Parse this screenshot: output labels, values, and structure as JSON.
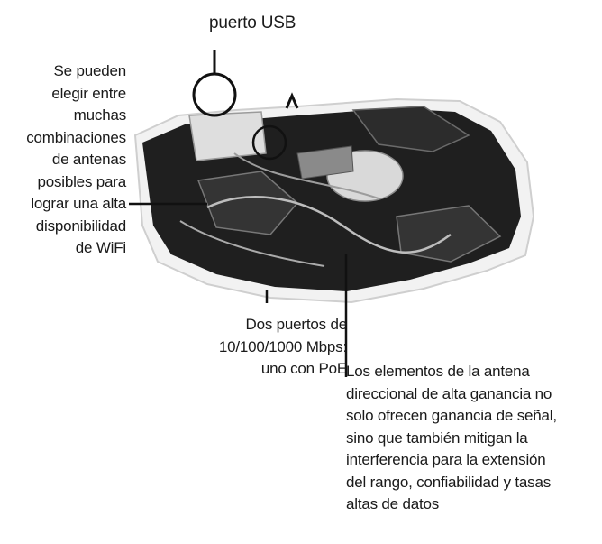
{
  "callouts": {
    "usb": {
      "lines": [
        "puerto USB"
      ]
    },
    "antennas": {
      "lines": [
        "Se pueden",
        "elegir entre",
        "muchas",
        "combinaciones",
        "de antenas",
        "posibles para",
        "lograr una alta",
        "disponibilidad",
        "de WiFi"
      ]
    },
    "ports": {
      "lines": [
        "Dos puertos de",
        "10/100/1000 Mbps:",
        "uno con PoE"
      ]
    },
    "elements": {
      "lines": [
        "Los elementos de la antena",
        "direccional de alta ganancia no",
        "solo ofrecen ganancia de señal,",
        "sino que también mitigan la",
        "interferencia para la extensión",
        "del rango, confiabilidad y tasas",
        "altas de datos"
      ]
    }
  },
  "colors": {
    "text": "#1a1a1a",
    "line": "#111111",
    "board": "#1c1c1c",
    "board_edge": "#e8e8e8",
    "metal": "#bfbfbf"
  }
}
